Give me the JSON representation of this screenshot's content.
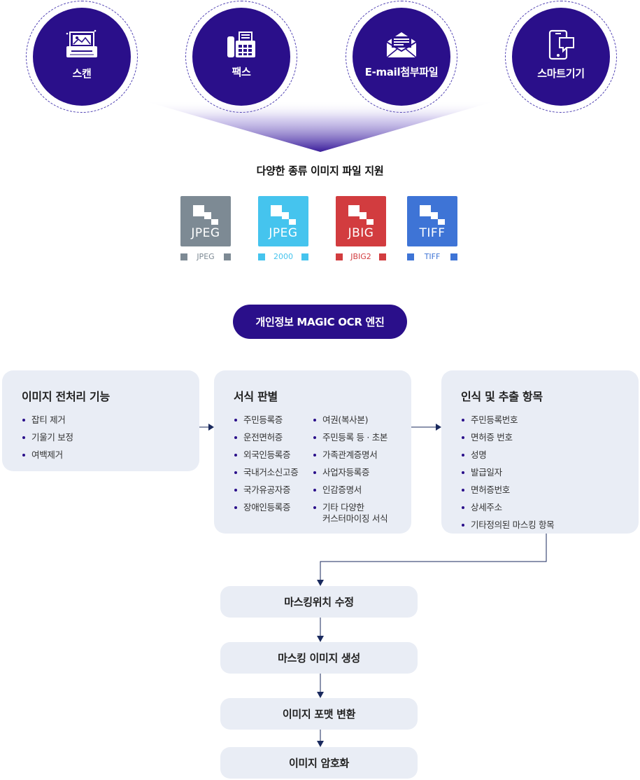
{
  "sources": [
    {
      "label": "스캔",
      "icon": "scanner-icon"
    },
    {
      "label": "팩스",
      "icon": "fax-icon"
    },
    {
      "label": "E-mail첨부파일",
      "icon": "envelope-icon"
    },
    {
      "label": "스마트기기",
      "icon": "smartphone-icon"
    }
  ],
  "formats_title": "다양한 종류 이미지 파일 지원",
  "formats": [
    {
      "code": "JPEG",
      "caption": "JPEG",
      "color": "#7d8a94"
    },
    {
      "code": "JPEG",
      "caption": "2000",
      "color": "#45c4ee"
    },
    {
      "code": "JBIG",
      "caption": "JBIG2",
      "color": "#d23c3f"
    },
    {
      "code": "TIFF",
      "caption": "TIFF",
      "color": "#3e74d6"
    }
  ],
  "engine_label": "개인정보 MAGIC OCR 엔진",
  "preprocess": {
    "title": "이미지 전처리 기능",
    "items": [
      "잡티 제거",
      "기울기 보정",
      "여백제거"
    ]
  },
  "form_detect": {
    "title": "서식 판별",
    "left_items": [
      "주민등록증",
      "운전면허증",
      "외국인등록증",
      "국내거소신고증",
      "국가유공자증",
      "장애인등록증"
    ],
    "right_items": [
      "여권(복사본)",
      "주민등록 등 · 초본",
      "가족관계증명서",
      "사업자등록증",
      "인감증명서",
      "기타 다양한",
      "커스터마이징 서식"
    ]
  },
  "recognition": {
    "title": "인식 및 추출 항목",
    "items": [
      "주민등록번호",
      "면허증 번호",
      "성명",
      "발급일자",
      "면허증번호",
      "상세주소",
      "기타정의된 마스킹 항목"
    ]
  },
  "steps": [
    "마스킹위치 수정",
    "마스킹 이미지 생성",
    "이미지 포맷 변환",
    "이미지 암호화"
  ],
  "colors": {
    "primary": "#2a0f8a",
    "box_bg": "#e9edf5",
    "connector": "#1a2a5e"
  }
}
